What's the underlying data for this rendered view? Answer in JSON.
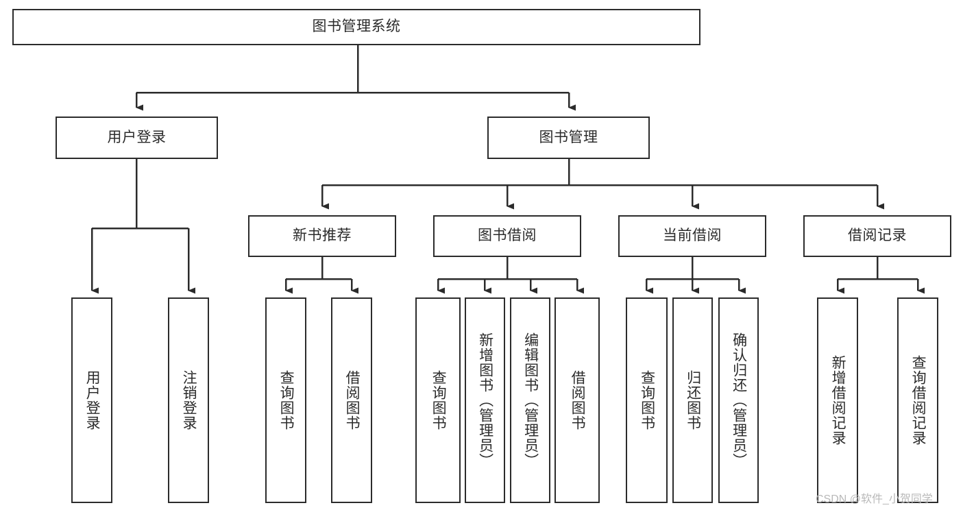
{
  "diagram": {
    "type": "tree-flowchart",
    "title": "图书管理系统",
    "orientation": "top-down",
    "style": {
      "box_fill": "#ffffff",
      "box_stroke": "#2b2b2b",
      "edge_color": "#2b2b2b",
      "text_color": "#2b2b2b",
      "background": "#ffffff"
    },
    "nodes": {
      "root": {
        "label": "图书管理系统",
        "level": 0
      },
      "level1": [
        {
          "id": "user-login",
          "label": "用户登录"
        },
        {
          "id": "book-manage",
          "label": "图书管理"
        }
      ],
      "level2": [
        {
          "id": "new-book-recommend",
          "label": "新书推荐",
          "parent": "book-manage"
        },
        {
          "id": "book-borrow",
          "label": "图书借阅",
          "parent": "book-manage"
        },
        {
          "id": "current-borrow",
          "label": "当前借阅",
          "parent": "book-manage"
        },
        {
          "id": "borrow-record",
          "label": "借阅记录",
          "parent": "book-manage"
        }
      ],
      "leaves": {
        "user-login": [
          {
            "id": "leaf-user-login",
            "label": "用户登录"
          },
          {
            "id": "leaf-logout-login",
            "label": "注销登录"
          }
        ],
        "new-book-recommend": [
          {
            "id": "leaf-query-book-1",
            "label": "查询图书"
          },
          {
            "id": "leaf-borrow-book-1",
            "label": "借阅图书"
          }
        ],
        "book-borrow": [
          {
            "id": "leaf-query-book-2",
            "label": "查询图书"
          },
          {
            "id": "leaf-add-book",
            "label": "新增图书（管理员）"
          },
          {
            "id": "leaf-edit-book",
            "label": "编辑图书（管理员）"
          },
          {
            "id": "leaf-borrow-book-2",
            "label": "借阅图书"
          }
        ],
        "current-borrow": [
          {
            "id": "leaf-query-book-3",
            "label": "查询图书"
          },
          {
            "id": "leaf-return-book",
            "label": "归还图书"
          },
          {
            "id": "leaf-confirm-return",
            "label": "确认归还（管理员）"
          }
        ],
        "borrow-record": [
          {
            "id": "leaf-add-borrow-record",
            "label": "新增借阅记录"
          },
          {
            "id": "leaf-query-borrow-record",
            "label": "查询借阅记录"
          }
        ]
      }
    }
  },
  "watermark": {
    "text": "CSDN @软件_小贺同学"
  }
}
